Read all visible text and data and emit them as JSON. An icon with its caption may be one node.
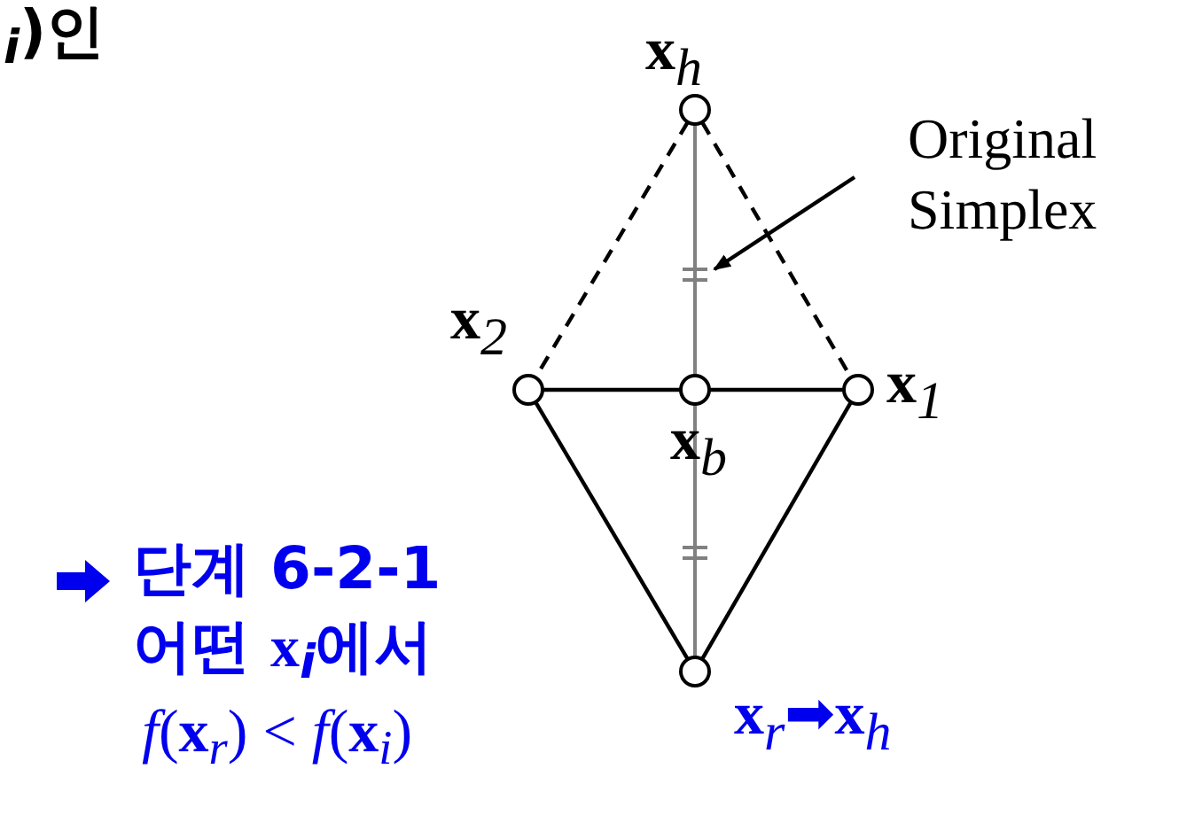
{
  "diagram": {
    "nodes": [
      {
        "text": [],
        "shape": "circle",
        "beside": [
          "**x**$_{h}$"
        ]
      },
      {
        "text": [
          "Original Simplex"
        ]
      },
      {
        "text": [],
        "shape": "circle",
        "beside": [
          "**x**$_{2}$"
        ]
      },
      {
        "text": [],
        "shape": "circle",
        "beside": [
          "**x**$_{b}$"
        ]
      },
      {
        "text": [],
        "shape": "circle",
        "beside": [
          "**x**$_{1}$"
        ]
      },
      {
        "text": [],
        "shape": "circle",
        "beside": [
          "**x**$_{r}$➡**x**$_{h}$"
        ]
      }
    ],
    "edges": [
      {
        "from": 0,
        "to": 2,
        "arrow": "none",
        "style": "dashed"
      },
      {
        "from": 0,
        "to": 4,
        "arrow": "none",
        "style": "dashed"
      },
      {
        "from": 2,
        "to": 3,
        "arrow": "none"
      },
      {
        "from": 3,
        "to": 4,
        "arrow": "none"
      },
      {
        "from": 2,
        "to": 5,
        "arrow": "none"
      },
      {
        "from": 4,
        "to": 5,
        "arrow": "none"
      },
      {
        "from": 0,
        "to": 3,
        "arrow": "none",
        "color": "#808080"
      },
      {
        "from": 3,
        "to": 5,
        "arrow": "none",
        "color": "#808080"
      },
      {
        "from": 1,
        "to": null,
        "arrow": "to"
      }
    ],
    "labels": [
      "$_{i}$)인",
      "단계 6-2-1",
      "어떤 **x**$_{i}$에서",
      "*f*(**x**$_{r}$) < *f*(**x**$_{i}$)"
    ]
  }
}
